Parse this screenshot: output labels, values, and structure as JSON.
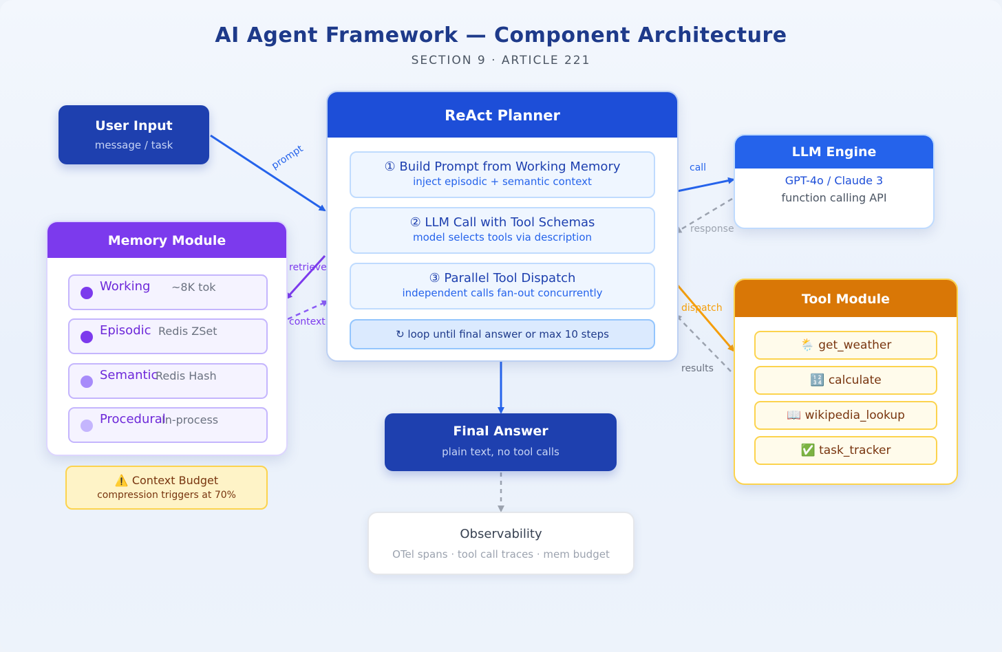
{
  "title": "AI Agent Framework — Component Architecture",
  "subtitle": "SECTION 9 · ARTICLE 221",
  "user_input": {
    "title": "User Input",
    "subtitle": "message / task"
  },
  "planner": {
    "title": "ReAct Planner",
    "steps": [
      {
        "title": "① Build Prompt from Working Memory",
        "subtitle": "inject episodic + semantic context"
      },
      {
        "title": "② LLM Call with Tool Schemas",
        "subtitle": "model selects tools via description"
      },
      {
        "title": "③ Parallel Tool Dispatch",
        "subtitle": "independent calls fan-out concurrently"
      }
    ],
    "loop": "↻ loop until final answer or max 10 steps"
  },
  "llm_engine": {
    "title": "LLM Engine",
    "line1": "GPT-4o / Claude 3",
    "line2": "function calling API"
  },
  "memory": {
    "title": "Memory Module",
    "items": [
      {
        "name": "Working",
        "desc": "~8K tok",
        "dot": "#7c3aed"
      },
      {
        "name": "Episodic",
        "desc": "Redis ZSet",
        "dot": "#7c3aed"
      },
      {
        "name": "Semantic",
        "desc": "Redis Hash",
        "dot": "#a78bfa"
      },
      {
        "name": "Procedural",
        "desc": "In-process",
        "dot": "#c4b5fd"
      }
    ]
  },
  "context_budget": {
    "title": "⚠️ Context Budget",
    "subtitle": "compression triggers at 70%"
  },
  "tool_module": {
    "title": "Tool Module",
    "items": [
      "🌦️ get_weather",
      "🔢 calculate",
      "📖 wikipedia_lookup",
      "✅ task_tracker"
    ]
  },
  "final_answer": {
    "title": "Final Answer",
    "subtitle": "plain text, no tool calls"
  },
  "observability": {
    "title": "Observability",
    "subtitle": "OTel spans · tool call traces · mem budget"
  },
  "edge_labels": {
    "prompt": "prompt",
    "call": "call",
    "response": "response",
    "retrieve": "retrieve",
    "context": "context",
    "dispatch": "dispatch",
    "results": "results"
  },
  "colors": {
    "blue": "#2563eb",
    "purple": "#7c3aed",
    "orange": "#f59e0b",
    "gray": "#9ca3af"
  }
}
